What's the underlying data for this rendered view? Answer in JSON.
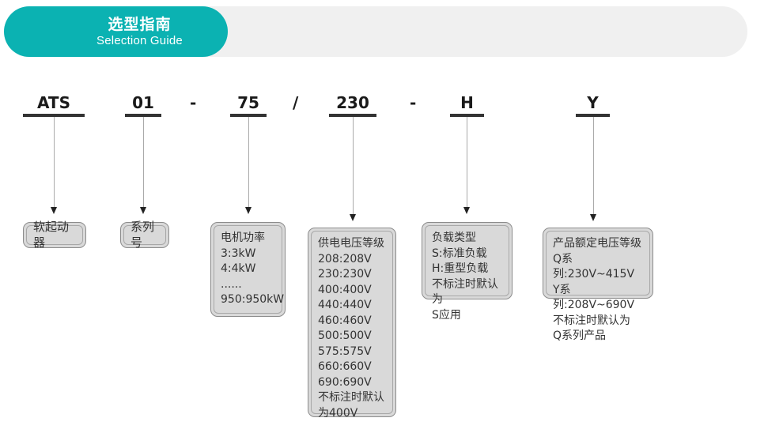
{
  "header": {
    "title_cn": "选型指南",
    "title_en": "Selection Guide",
    "pill_color": "#0bb2b2",
    "bar_color": "#f0f0f0"
  },
  "model_code": {
    "segments": [
      {
        "id": "series-prefix",
        "text": "ATS"
      },
      {
        "id": "series-number",
        "text": "01"
      },
      {
        "id": "motor-power",
        "text": "75"
      },
      {
        "id": "supply-voltage",
        "text": "230"
      },
      {
        "id": "load-type",
        "text": "H"
      },
      {
        "id": "rated-voltage",
        "text": "Y"
      }
    ],
    "separators": [
      {
        "id": "dash-1",
        "text": "-"
      },
      {
        "id": "slash-1",
        "text": "/"
      },
      {
        "id": "dash-2",
        "text": "-"
      }
    ]
  },
  "boxes": [
    {
      "id": "soft-starter",
      "text": "软起动器"
    },
    {
      "id": "series-no",
      "text": "系列号"
    },
    {
      "id": "motor-power",
      "text": "电机功率\n3:3kW\n4:4kW\n......\n950:950kW"
    },
    {
      "id": "supply-voltage",
      "text": "供电电压等级\n208:208V\n230:230V\n400:400V\n440:440V\n460:460V\n500:500V\n575:575V\n660:660V\n690:690V\n不标注时默认\n为400V"
    },
    {
      "id": "load-type",
      "text": "负载类型\nS:标准负载\nH:重型负载\n不标注时默认为\nS应用"
    },
    {
      "id": "rated-voltage",
      "text": "产品额定电压等级\nQ系列:230V~415V\nY系列:208V~690V\n不标注时默认为\nQ系列产品"
    }
  ]
}
